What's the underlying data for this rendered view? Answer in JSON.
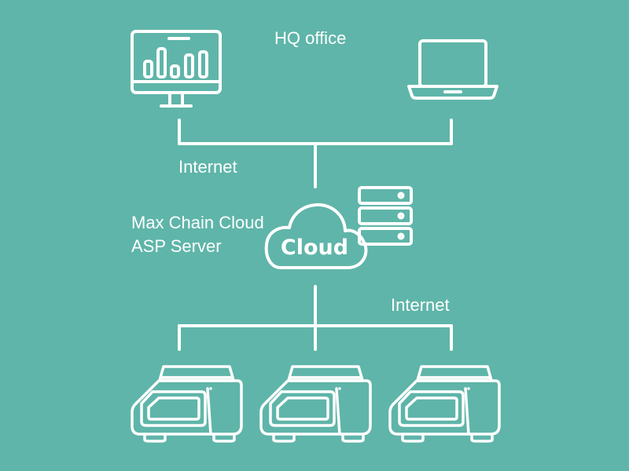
{
  "colors": {
    "background": "#5fb5a9",
    "stroke": "#ffffff"
  },
  "labels": {
    "hq_office": "HQ office",
    "internet_top": "Internet",
    "server_line1": "Max Chain Cloud",
    "server_line2": "ASP Server",
    "internet_bottom": "Internet",
    "cloud": "Cloud"
  },
  "nodes": [
    {
      "name": "desktop-monitor-icon",
      "role": "HQ office computer"
    },
    {
      "name": "laptop-icon",
      "role": "HQ office computer"
    },
    {
      "name": "cloud-icon",
      "role": "cloud"
    },
    {
      "name": "server-rack-icon",
      "role": "server"
    },
    {
      "name": "scale-icon-1",
      "role": "store device"
    },
    {
      "name": "scale-icon-2",
      "role": "store device"
    },
    {
      "name": "scale-icon-3",
      "role": "store device"
    }
  ]
}
